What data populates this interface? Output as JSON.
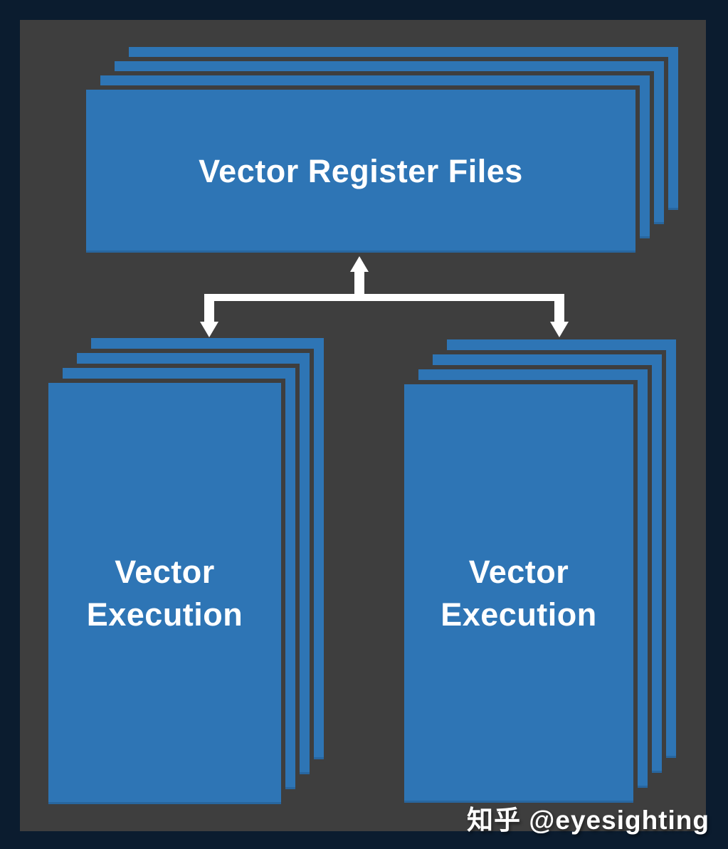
{
  "diagram": {
    "register_files": {
      "label": "Vector Register Files"
    },
    "execution_left": {
      "line1": "Vector",
      "line2": "Execution"
    },
    "execution_right": {
      "line1": "Vector",
      "line2": "Execution"
    }
  },
  "watermark": {
    "text": "知乎 @eyesighting"
  },
  "colors": {
    "background": "#0b1c2f",
    "panel": "#3e3e3e",
    "box_blue": "#2e75b5",
    "arrow_white": "#ffffff",
    "text_white": "#ffffff"
  }
}
